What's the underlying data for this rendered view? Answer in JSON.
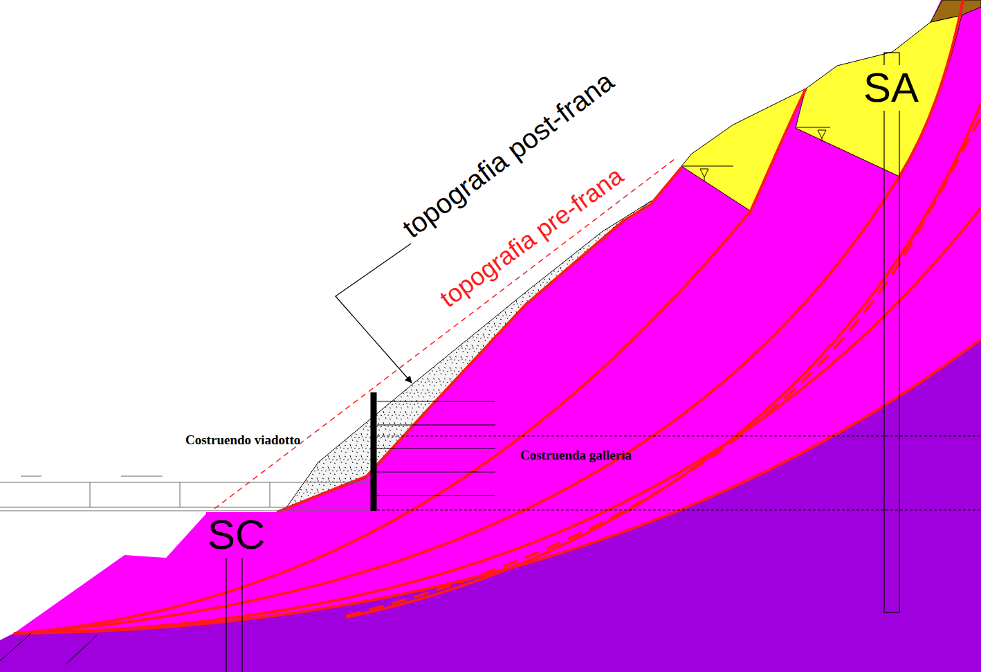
{
  "diagram": {
    "labels": [
      "topografia post-frana",
      "topografia pre-frana",
      "SA",
      "SC",
      "Costruendo viadotto",
      "Costruenda galleria"
    ]
  }
}
